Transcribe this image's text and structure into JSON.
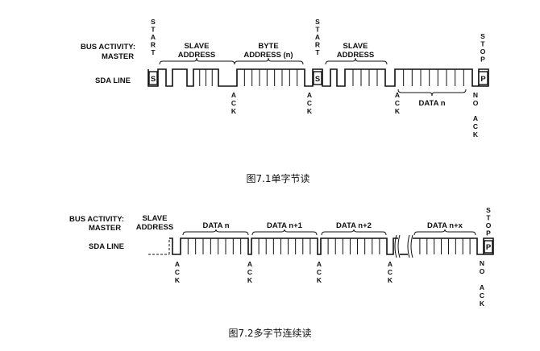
{
  "diagram1": {
    "bus_activity_label": [
      "BUS ACTIVITY:",
      "MASTER"
    ],
    "sda_line_label": "SDA LINE",
    "start_label": "START",
    "stop_label": "STOP",
    "slave_address_label": [
      "SLAVE",
      "ADDRESS"
    ],
    "byte_address_label": [
      "BYTE",
      "ADDRESS (n)"
    ],
    "data_label": "DATA n",
    "s_box": "S",
    "p_box": "P",
    "ack_label": "ACK",
    "no_ack_label": [
      "NO",
      "ACK"
    ],
    "caption": "图7.1单字节读"
  },
  "diagram2": {
    "bus_activity_label": [
      "BUS ACTIVITY:",
      "MASTER"
    ],
    "sda_line_label": "SDA LINE",
    "slave_address_label": [
      "SLAVE",
      "ADDRESS"
    ],
    "stop_label": "STOP",
    "p_box": "P",
    "data_labels": [
      "DATA n",
      "DATA n+1",
      "DATA n+2",
      "DATA n+x"
    ],
    "ack_label": "ACK",
    "no_ack_label": [
      "NO",
      "ACK"
    ],
    "caption": "图7.2多字节连续读"
  }
}
